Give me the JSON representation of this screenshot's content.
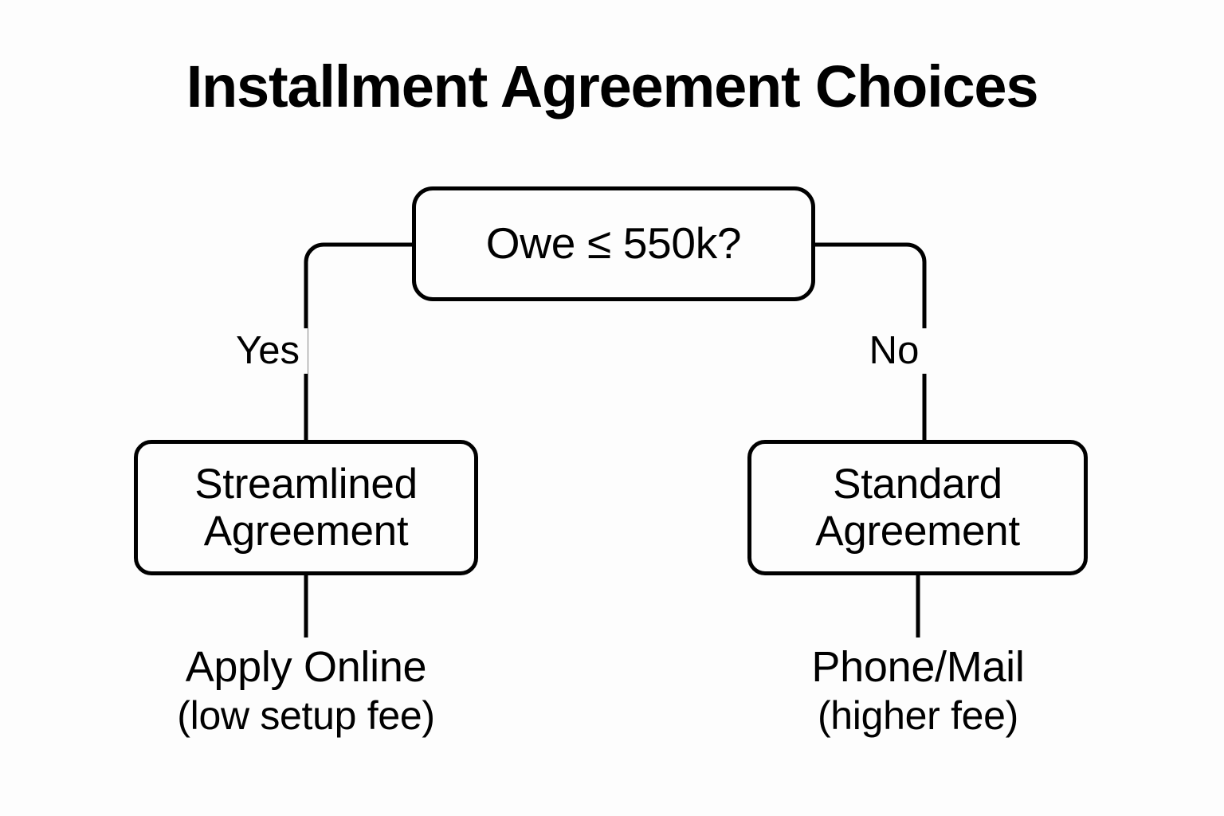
{
  "diagram": {
    "title": "Installment Agreement Choices",
    "type": "decision-flowchart",
    "background_color": "#fdfdfd",
    "stroke_color": "#000000",
    "decision": {
      "label": "Owe ≤ 550k?"
    },
    "branches": [
      {
        "label": "Yes",
        "node": {
          "line1": "Streamlined",
          "line2": "Agreement"
        },
        "outcome": {
          "primary": "Apply Online",
          "secondary": "(low setup fee)"
        }
      },
      {
        "label": "No",
        "node": {
          "line1": "Standard",
          "line2": "Agreement"
        },
        "outcome": {
          "primary": "Phone/Mail",
          "secondary": "(higher fee)"
        }
      }
    ]
  }
}
